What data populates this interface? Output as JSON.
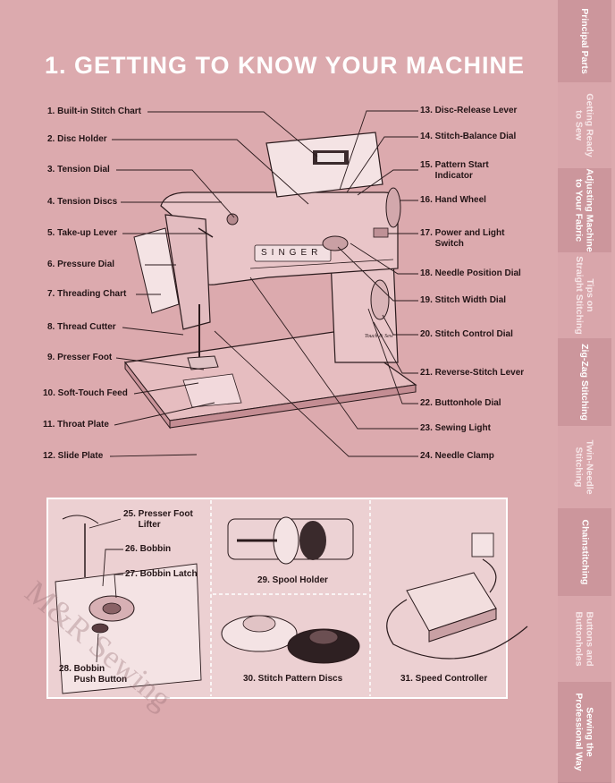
{
  "page_title": "1. GETTING TO KNOW YOUR MACHINE",
  "side_tabs": [
    "Principal Parts",
    "Getting Ready\nto Sew",
    "Adjusting Machine\nto Your Fabric",
    "Tips on\nStraight Stitching",
    "Zig-Zag Stitching",
    "Twin-Needle\nStitching",
    "Chainstitching",
    "Buttons and\nButtonholes",
    "Sewing the\nProfessional Way"
  ],
  "left_labels": [
    "1. Built-in Stitch Chart",
    "2. Disc Holder",
    "3. Tension Dial",
    "4. Tension Discs",
    "5. Take-up Lever",
    "6. Pressure Dial",
    "7. Threading Chart",
    "8. Thread Cutter",
    "9. Presser Foot",
    "10. Soft-Touch Feed",
    "11. Throat Plate",
    "12. Slide Plate"
  ],
  "right_labels": [
    "13. Disc-Release Lever",
    "14. Stitch-Balance Dial",
    "15. Pattern Start\n      Indicator",
    "16. Hand Wheel",
    "17. Power and Light\n      Switch",
    "18. Needle Position Dial",
    "19. Stitch Width Dial",
    "20. Stitch Control Dial",
    "21. Reverse-Stitch Lever",
    "22. Buttonhole Dial",
    "23. Sewing Light",
    "24. Needle Clamp"
  ],
  "inset_labels": {
    "presser_foot_lifter": "25. Presser Foot\n      Lifter",
    "bobbin": "26. Bobbin",
    "bobbin_latch": "27. Bobbin Latch",
    "bobbin_push_button": "28. Bobbin\n      Push Button",
    "spool_holder": "29. Spool Holder",
    "stitch_pattern_discs": "30. Stitch Pattern Discs",
    "speed_controller": "31. Speed Controller"
  },
  "machine_brand": "SINGER",
  "machine_model_script": "Touch & Sew",
  "watermark": "M&R Sewing"
}
